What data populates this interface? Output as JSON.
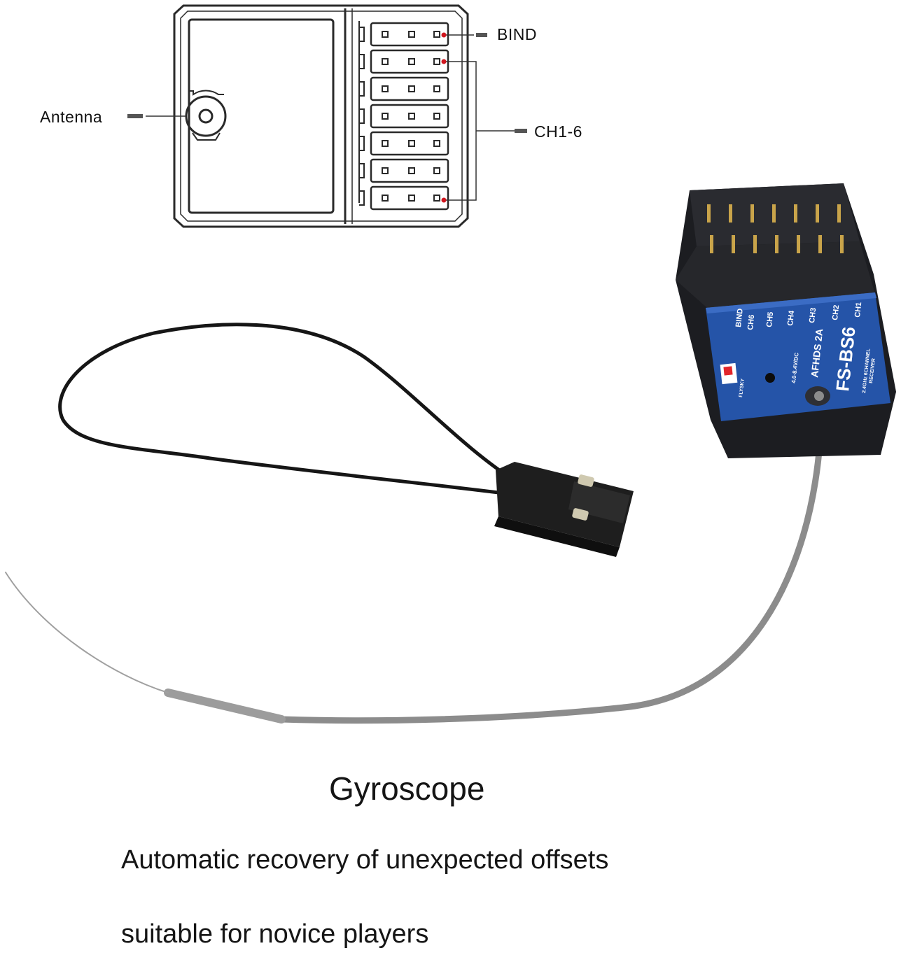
{
  "diagram": {
    "labels": {
      "bind": "BIND",
      "channels": "CH1-6",
      "antenna": "Antenna"
    }
  },
  "receiver": {
    "model": "FS-BS6",
    "brand": "FLYSKY",
    "protocol": "AFHDS 2A",
    "spec_line1": "2.4GHz 6CHANNEL",
    "spec_line2": "RECEIVER",
    "voltage": "4.0-8.4V/DC",
    "pin_labels": [
      "BIND",
      "CH6",
      "CH5",
      "CH4",
      "CH3",
      "CH2",
      "CH1"
    ],
    "colors": {
      "body": "#1c1d21",
      "label": "#2554a8"
    }
  },
  "caption": {
    "title": "Gyroscope",
    "line1": "Automatic recovery of unexpected offsets",
    "line2": "suitable for novice players"
  }
}
